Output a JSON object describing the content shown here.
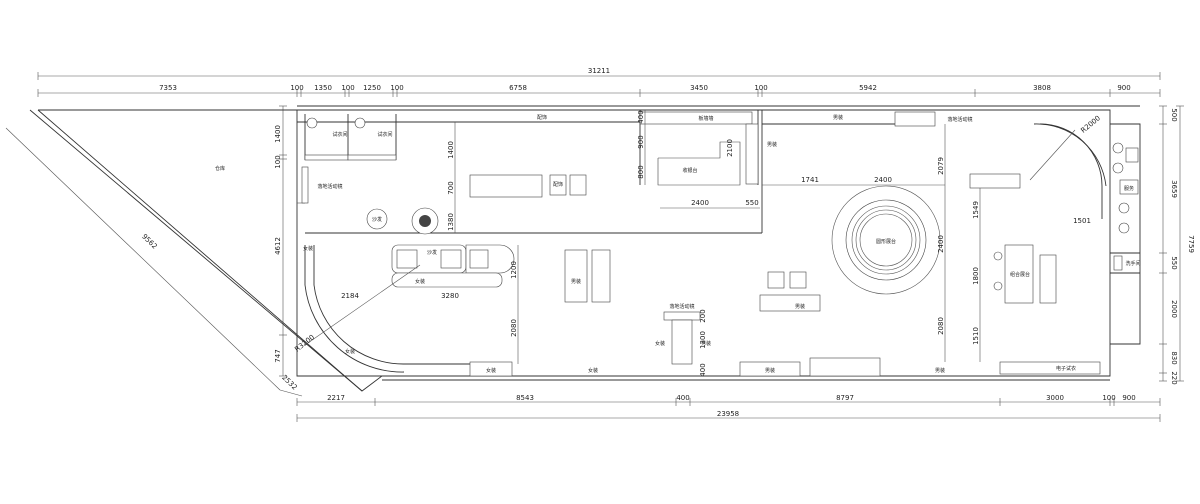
{
  "dimensions": {
    "top_total": "31211",
    "top": [
      "7353",
      "100",
      "1350",
      "100",
      "1250",
      "100",
      "6758",
      "3450",
      "100",
      "5942",
      "3808",
      "900"
    ],
    "bottom": [
      "2217",
      "8543",
      "400",
      "8797",
      "3000",
      "100",
      "900"
    ],
    "bottom_total": "23958",
    "right": [
      "500",
      "3659",
      "550",
      "2000",
      "830",
      "220"
    ],
    "right_total": "7759",
    "left": [
      "1400",
      "100",
      "4612",
      "747"
    ],
    "diagonal": [
      "9562",
      "2532"
    ],
    "interior": {
      "d1400": "1400",
      "d700": "700",
      "d1380": "1380",
      "d1200": "1200",
      "d2080a": "2080",
      "d400": "400",
      "d900": "900",
      "d800": "800",
      "d2100": "2100",
      "d2400a": "2400",
      "d550": "550",
      "d1741": "1741",
      "d2400b": "2400",
      "d2079": "2079",
      "d2400c": "2400",
      "d2080b": "2080",
      "d1549": "1549",
      "d1800": "1800",
      "d1510": "1510",
      "d1501": "1501",
      "d2184": "2184",
      "d3280": "3280",
      "d1300": "1300",
      "d200": "200",
      "d400b": "400",
      "r2000": "R2000",
      "r3200": "R3200"
    }
  },
  "labels": {
    "warehouse": "仓库",
    "fitting1": "试衣间",
    "fitting2": "试衣间",
    "curtain_left": "落地活动镜",
    "accessories": "配饰",
    "board_wall": "板墙墙",
    "cashier": "收银台",
    "menswear_a": "男装",
    "menswear_b": "男装",
    "curtain_right": "落地活动镜",
    "sofa": "沙发",
    "sofa_chair": "沙发",
    "womenswear_a": "女装",
    "womenswear_b": "女装",
    "womenswear_c": "女装",
    "womenswear_d": "女装",
    "womenswear_e": "女装",
    "womenswear_f": "女装",
    "menswear_c": "男装",
    "menswear_d": "男装",
    "menswear_e": "男装",
    "menswear_f": "男装",
    "menswear_g": "男装",
    "round_table": "圆形展台",
    "combo_table": "组合展台",
    "curtain_mid": "落地活动镜",
    "elec_cabinet": "电子试衣",
    "lounge": "服务",
    "pantry": "洗手间"
  }
}
